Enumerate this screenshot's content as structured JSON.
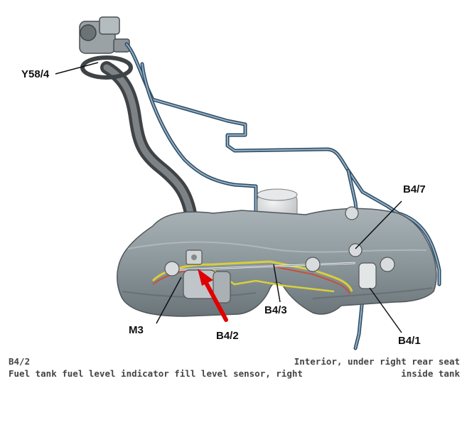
{
  "labels": {
    "y58_4": "Y58/4",
    "b4_7": "B4/7",
    "b4_3": "B4/3",
    "b4_2": "B4/2",
    "b4_1": "B4/1",
    "m3": "M3"
  },
  "caption": {
    "code": "B4/2",
    "description": "Fuel tank fuel level indicator fill level sensor, right",
    "location_line1": "Interior, under right rear seat",
    "location_line2": "inside tank"
  },
  "colors": {
    "tank": "#8c979c",
    "line": "#3d5f79",
    "arrow": "#e00000",
    "wire_yellow": "#d9cf3a",
    "wire_red": "#c8503c"
  }
}
